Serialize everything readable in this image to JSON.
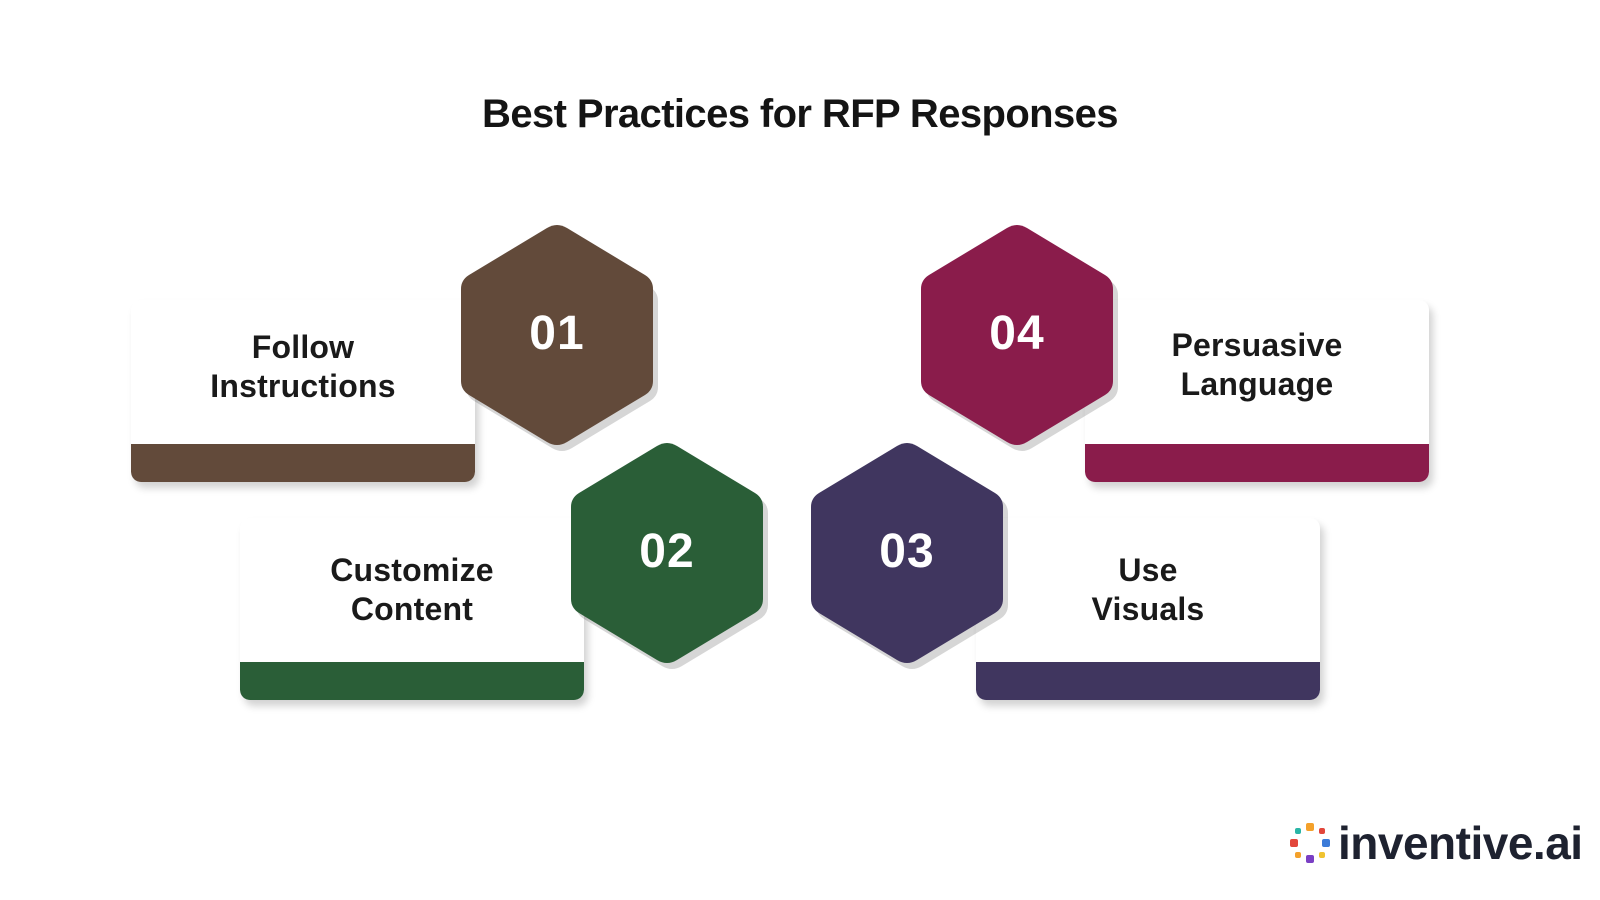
{
  "title": "Best Practices for RFP Responses",
  "steps": [
    {
      "number": "01",
      "label_line1": "Follow",
      "label_line2": "Instructions",
      "color": "#624a3a"
    },
    {
      "number": "02",
      "label_line1": "Customize",
      "label_line2": "Content",
      "color": "#2a5e37"
    },
    {
      "number": "03",
      "label_line1": "Use",
      "label_line2": "Visuals",
      "color": "#40365f"
    },
    {
      "number": "04",
      "label_line1": "Persuasive",
      "label_line2": "Language",
      "color": "#8a1c4b"
    }
  ],
  "logo": {
    "text": "inventive.ai",
    "icon": "pinwheel-logo-icon",
    "colors": [
      "#f4a12b",
      "#e2463b",
      "#3b7bd8",
      "#7a3fc4",
      "#2ab5a6",
      "#f0c330"
    ]
  }
}
